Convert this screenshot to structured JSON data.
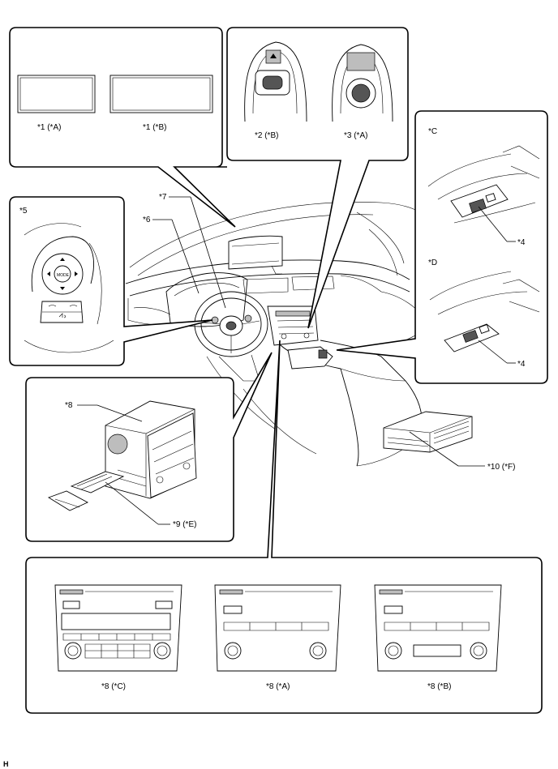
{
  "labels": {
    "display_a": "*1 (*A)",
    "display_b": "*1 (*B)",
    "controller_b": "*2 (*B)",
    "controller_a": "*3 (*A)",
    "view_c": "*C",
    "view_d": "*D",
    "jack_c": "*4",
    "jack_d": "*4",
    "steering_switch": "*5",
    "meter": "*6",
    "steering": "*7",
    "radio": "*8",
    "bracket": "*9 (*E)",
    "amplifier": "*10 (*F)",
    "panel_c": "*8 (*C)",
    "panel_a": "*8 (*A)",
    "panel_b": "*8 (*B)",
    "figure_code": "H"
  },
  "switch_text": {
    "mode": "MODE"
  }
}
